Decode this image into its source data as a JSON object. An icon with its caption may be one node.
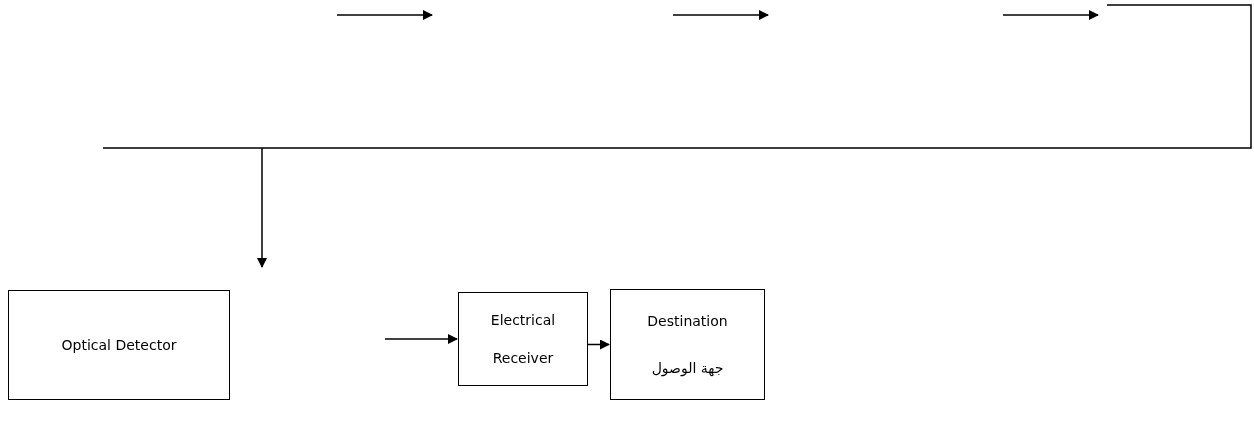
{
  "diagram": {
    "nodes": [
      {
        "text": [
          "Optical Detector"
        ]
      },
      {
        "text": [
          "Electrical",
          "Receiver"
        ]
      },
      {
        "text": [
          "Destination",
          "جهة الوصول"
        ]
      }
    ],
    "edges": [
      {
        "from": null,
        "to": 1,
        "arrow": "to"
      },
      {
        "from": 1,
        "to": 2,
        "arrow": "to"
      }
    ]
  }
}
